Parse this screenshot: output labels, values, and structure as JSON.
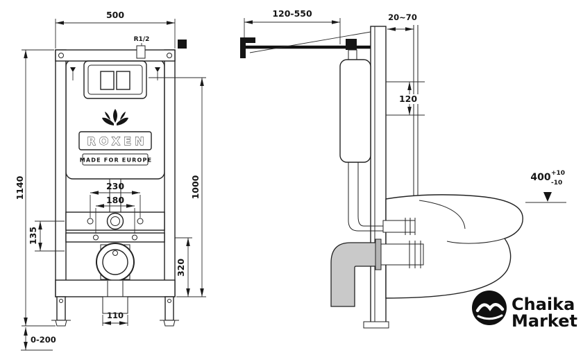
{
  "front_view": {
    "dim_width": "500",
    "dim_height": "1140",
    "dim_plate_height": "1000",
    "dim_mount_230": "230",
    "dim_mount_180": "180",
    "dim_offset_135": "135",
    "dim_drain_height": "320",
    "dim_outlet_width": "110",
    "dim_feet_range": "0-200",
    "label_water_thread": "R1/2",
    "brand_name": "ROXEN",
    "brand_tagline": "MADE FOR EUROPE"
  },
  "side_view": {
    "dim_depth_range": "120-550",
    "dim_wall_gap": "20~70",
    "dim_offset_120": "120",
    "dim_seat_height": "400",
    "dim_tol_plus": "+10",
    "dim_tol_minus": "-10"
  },
  "vendor_logo": {
    "line1": "Chaika",
    "line2": "Market"
  }
}
